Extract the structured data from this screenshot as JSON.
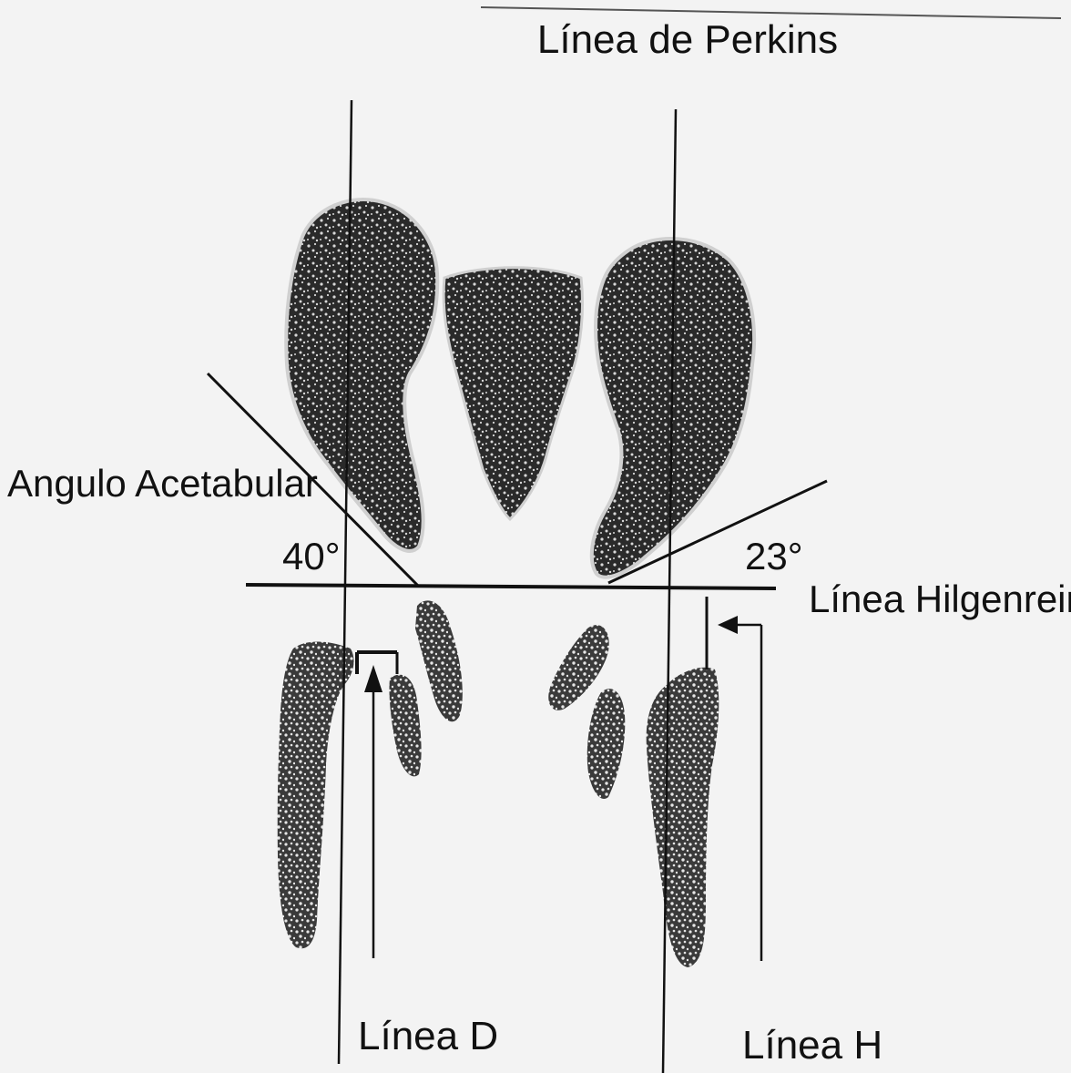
{
  "labels": {
    "perkins": "Línea de Perkins",
    "acetabular_angle": "Angulo Acetabular",
    "angle_left": "40°",
    "angle_right": "23°",
    "hilgenreiner": "Línea Hilgenreiner",
    "line_d": "Línea D",
    "line_h": "Línea H"
  },
  "colors": {
    "paper": "#f3f3f3",
    "ink": "#111111",
    "bone_fill": "#2a2a2a",
    "bone_speckle": "#d8d8d8"
  }
}
